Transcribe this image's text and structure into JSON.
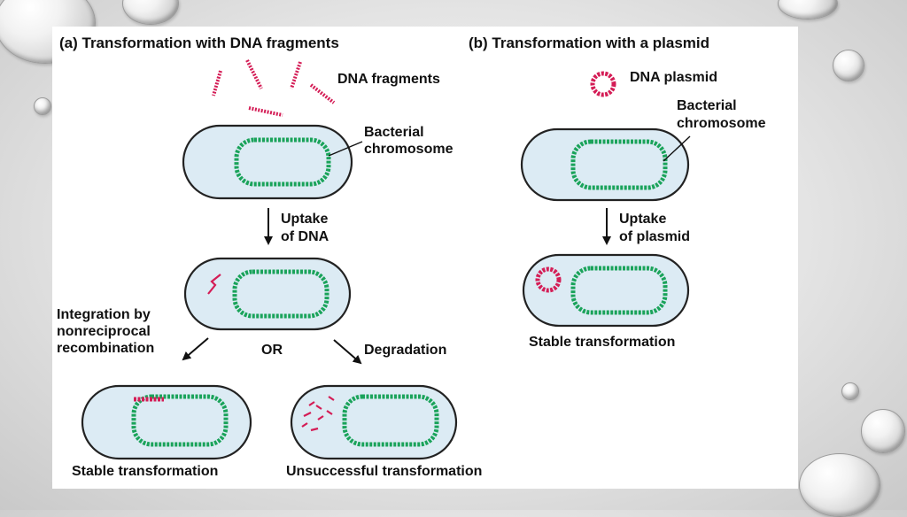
{
  "panel_a": {
    "title": "(a)  Transformation with DNA fragments",
    "dna_fragments": "DNA fragments",
    "bacterial": "Bacterial",
    "chromosome": "chromosome",
    "uptake_1": "Uptake",
    "uptake_2": "of DNA",
    "integration_1": "Integration by",
    "integration_2": "nonreciprocal",
    "integration_3": "recombination",
    "or": "OR",
    "degradation": "Degradation",
    "stable": "Stable transformation",
    "unsuccessful": "Unsuccessful transformation"
  },
  "panel_b": {
    "title": "(b)  Transformation with a plasmid",
    "plasmid": "DNA plasmid",
    "bacterial": "Bacterial",
    "chromosome": "chromosome",
    "uptake_1": "Uptake",
    "uptake_2": "of plasmid",
    "stable": "Stable transformation"
  },
  "colors": {
    "chromosome": "#1aa35a",
    "foreign_dna": "#d41d56",
    "cell_fill": "#dcebf4",
    "cell_border": "#222222"
  }
}
